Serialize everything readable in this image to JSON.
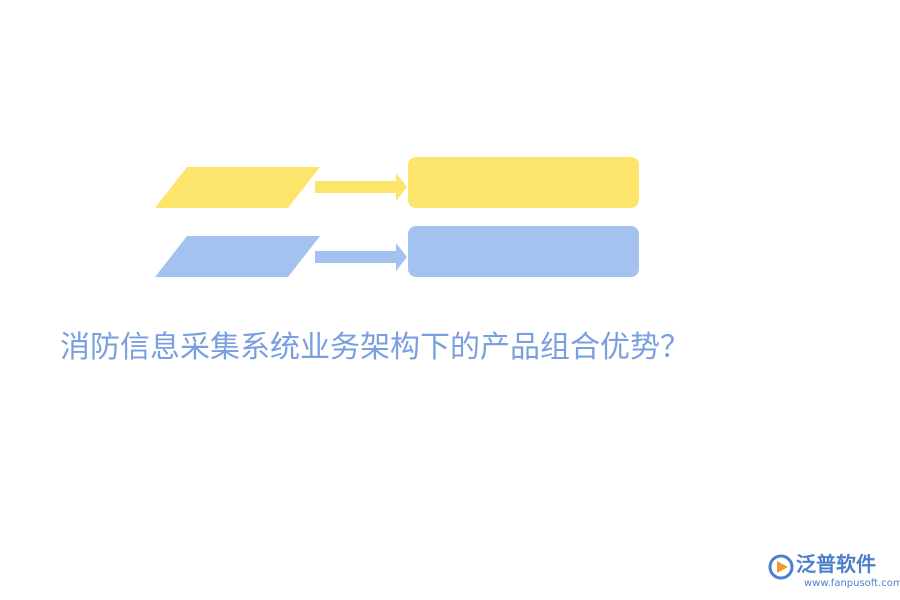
{
  "title": "消防信息采集系统业务架构下的产品组合优势？",
  "colors": {
    "yellow": "#FDE56B",
    "blue": "#A3C2EF",
    "title_text": "#7A9FE0",
    "logo_text": "#4D7FCC",
    "logo_accent": "#F29A2E"
  },
  "diagram": {
    "rows": [
      {
        "color_key": "yellow"
      },
      {
        "color_key": "blue"
      }
    ]
  },
  "logo": {
    "name": "泛普软件",
    "url": "www.fanpusoft.com"
  }
}
